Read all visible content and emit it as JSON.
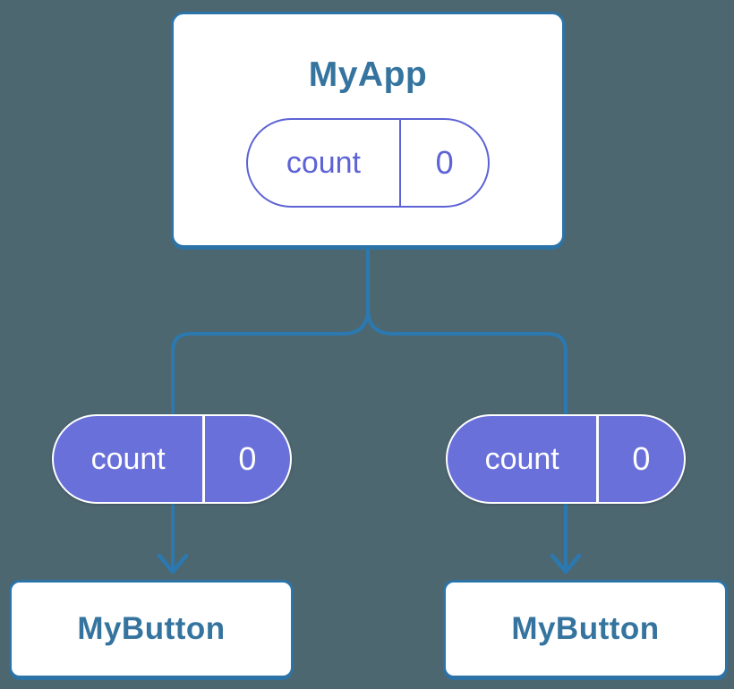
{
  "colors": {
    "background": "#4D6770",
    "connector": "#2B79B0",
    "card_border": "#2C73A7",
    "card_bg": "#FFFFFF",
    "title_text": "#35749E",
    "pill_purple": "#5D63D5",
    "pill_fill": "#6970D9",
    "pill_text_on_fill": "#FFFFFF"
  },
  "diagram": {
    "root": {
      "title": "MyApp",
      "state": {
        "name": "count",
        "value": "0"
      }
    },
    "children": [
      {
        "title": "MyButton",
        "state": {
          "name": "count",
          "value": "0"
        }
      },
      {
        "title": "MyButton",
        "state": {
          "name": "count",
          "value": "0"
        }
      }
    ]
  }
}
